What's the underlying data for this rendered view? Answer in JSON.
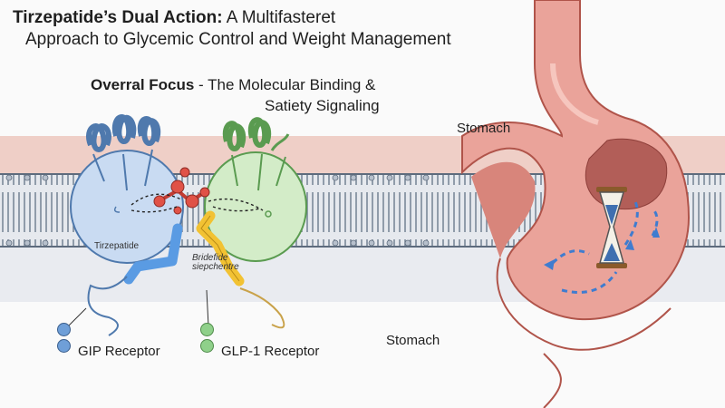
{
  "title": {
    "bold": "Tirzepatide’s Dual Action:",
    "rest": " A Multifasteret",
    "line2": "Approach to Glycemic Control and Weight Management"
  },
  "subtitle": {
    "bold": "Overral Focus",
    "rest": " - The Molecular Binding &",
    "line2": "Satiety Signaling"
  },
  "labels": {
    "stomach_top": "Stomach",
    "stomach_bottom": "Stomach",
    "drug": "Tirzepatide",
    "binding_site": "Bridefide siepchentre"
  },
  "legend": [
    {
      "label": "GIP Receptor",
      "color": "#6f9fd8"
    },
    {
      "label": "GLP-1 Receptor",
      "color": "#8fd08a"
    }
  ],
  "colors": {
    "gip": "#9dbde6",
    "glp1": "#bfe3b4",
    "drug_red": "#e05247",
    "drug_yellow": "#f2c233",
    "drug_blue": "#5a9be3",
    "stomach": "#eaa39a",
    "membrane": "#8b98a8"
  }
}
